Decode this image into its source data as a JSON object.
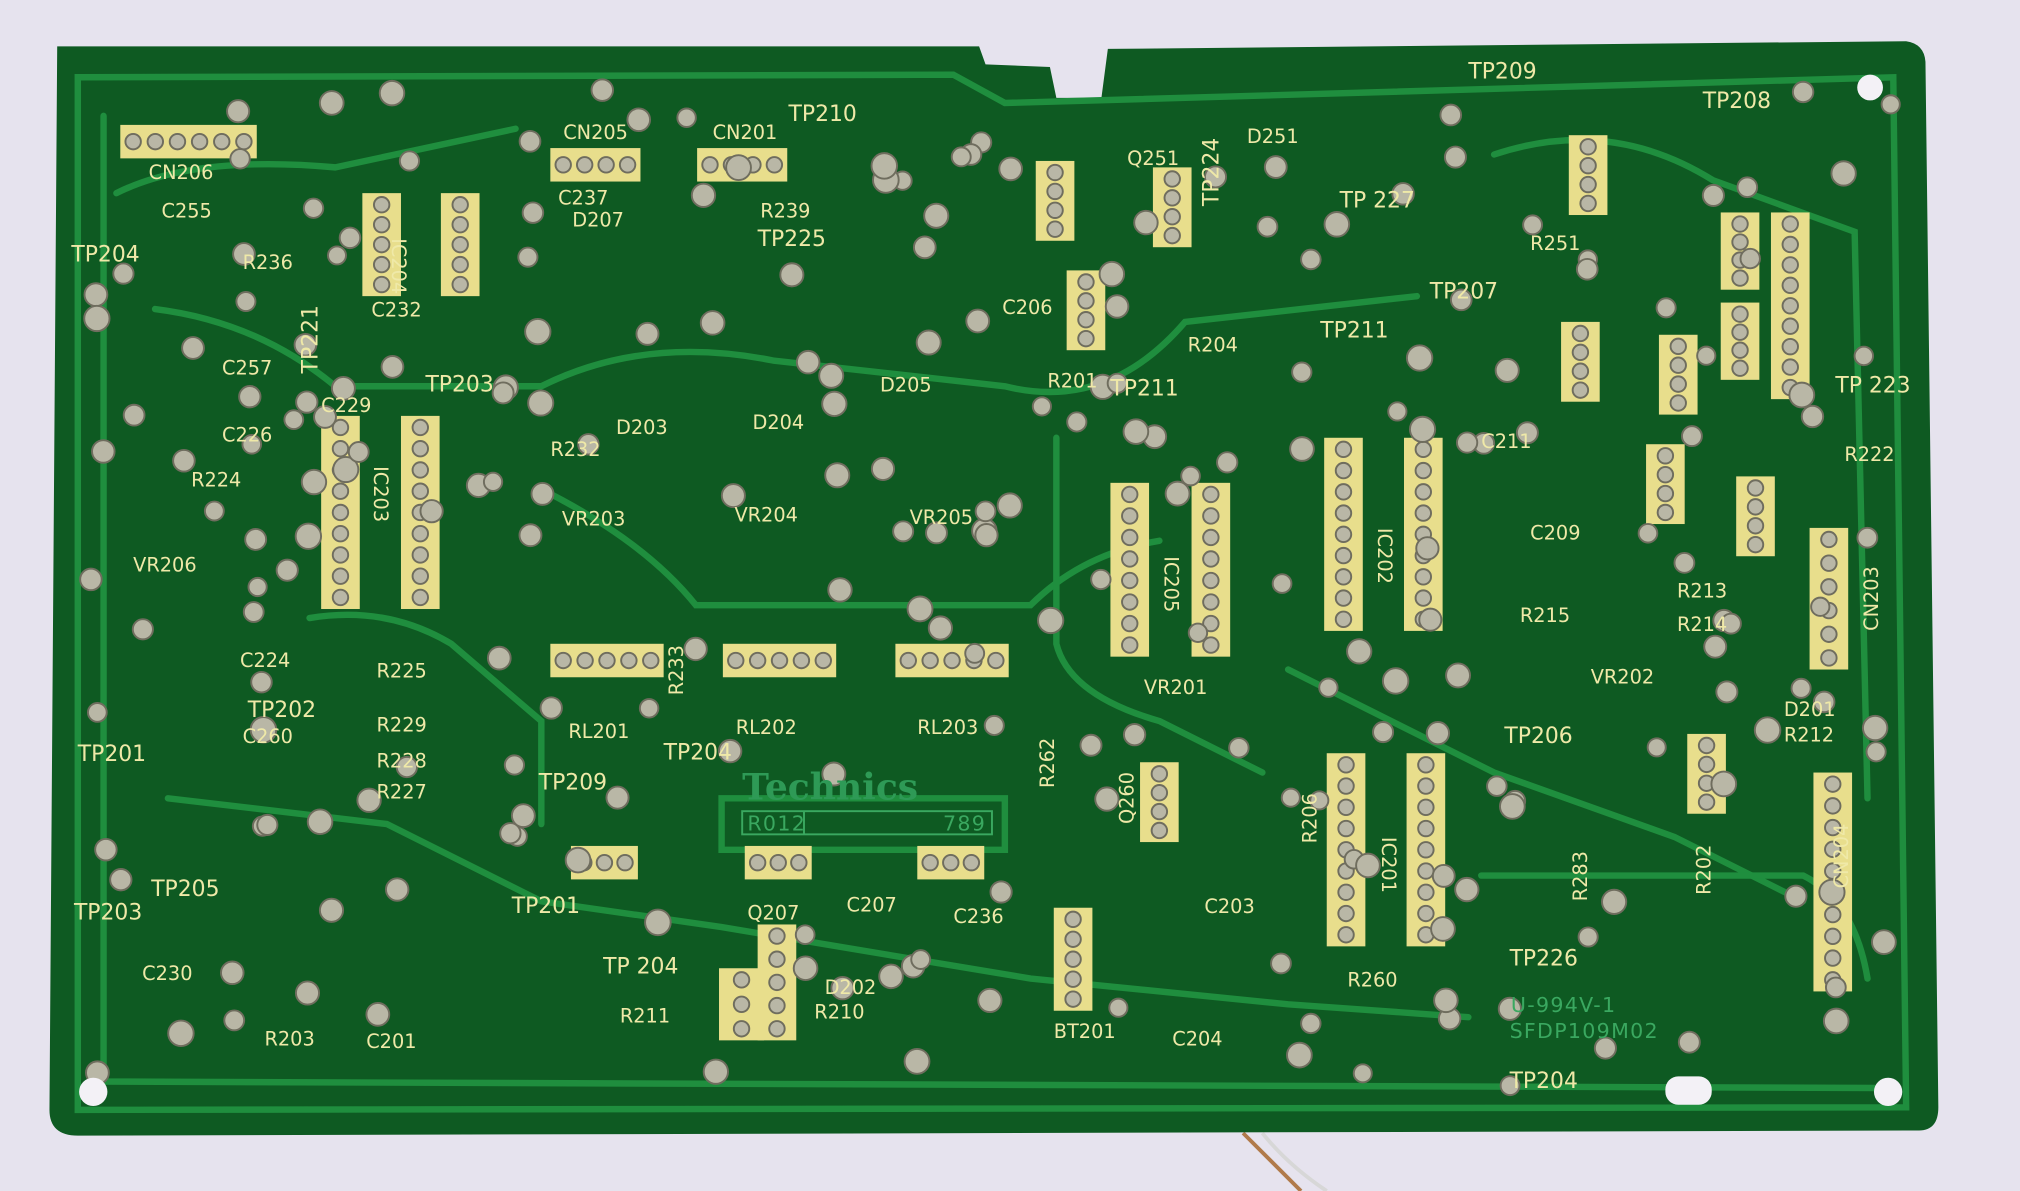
{
  "board": {
    "brand": "Technics",
    "part_left": "R012",
    "part_right": "789",
    "marking_1": "U-994V-1",
    "marking_2": "SFDP109M02",
    "colors": {
      "background": "#e6e3ee",
      "substrate": "#0e5a22",
      "trace": "#1f8e3e",
      "silkscreen": "#efe9a8",
      "pad": "#e8de8c",
      "solder": "#b9b7a6"
    }
  },
  "labels": {
    "tp204_a": "TP204",
    "tp210": "TP210",
    "tp209_a": "TP209",
    "tp208": "TP208",
    "tp225": "TP225",
    "tp207": "TP207",
    "tp211_a": "TP211",
    "tp211_b": "TP211",
    "tp203_a": "TP203",
    "tp202": "TP202",
    "tp201_a": "TP201",
    "tp204_b": "TP204",
    "tp209_b": "TP209",
    "tp206": "TP206",
    "tp205": "TP205",
    "tp203_b": "TP203",
    "tp201_b": "TP201",
    "tp204_c": "TP 204",
    "tp226": "TP226",
    "tp204_d": "TP204",
    "tp227": "TP 227",
    "tp223": "TP 223",
    "tp221": "TP221",
    "tp224": "TP224",
    "cn206": "CN206",
    "cn205": "CN205",
    "cn201": "CN201",
    "cn204": "CN204",
    "cn203": "CN203",
    "c237": "C237",
    "r239": "R239",
    "r236": "R236",
    "c255": "C255",
    "c232": "C232",
    "d207": "D207",
    "q251": "Q251",
    "d251": "D251",
    "r251": "R251",
    "d203": "D203",
    "d204": "D204",
    "d205": "D205",
    "r232": "R232",
    "c226": "C226",
    "r224": "R224",
    "vr206": "VR206",
    "vr203": "VR203",
    "vr204": "VR204",
    "vr205": "VR205",
    "c224": "C224",
    "r225": "R225",
    "r229": "R229",
    "r228": "R228",
    "r227": "R227",
    "c260": "C260",
    "rl201": "RL201",
    "rl202": "RL202",
    "rl203": "RL203",
    "vr201": "VR201",
    "vr202": "VR202",
    "c206": "C206",
    "r204": "R204",
    "r201": "R201",
    "c211": "C211",
    "c209": "C209",
    "r215": "R215",
    "r213": "R213",
    "r214": "R214",
    "r212": "R212",
    "d201": "D201",
    "c207": "C207",
    "q207": "Q207",
    "c236": "C236",
    "d202": "D202",
    "r211": "R211",
    "r210": "R210",
    "r203": "R203",
    "c201": "C201",
    "c230": "C230",
    "c204": "C204",
    "c203": "C203",
    "r260": "R260",
    "bt201": "BT201",
    "c257": "C257",
    "c229": "C229",
    "r222": "R222",
    "ic204": "IC204",
    "ic203": "IC203",
    "ic205": "IC205",
    "ic202": "IC202",
    "ic201": "IC201",
    "r233": "R233",
    "r262": "R262",
    "q260": "Q260",
    "r206": "R206",
    "r283": "R283",
    "r202": "R202"
  }
}
